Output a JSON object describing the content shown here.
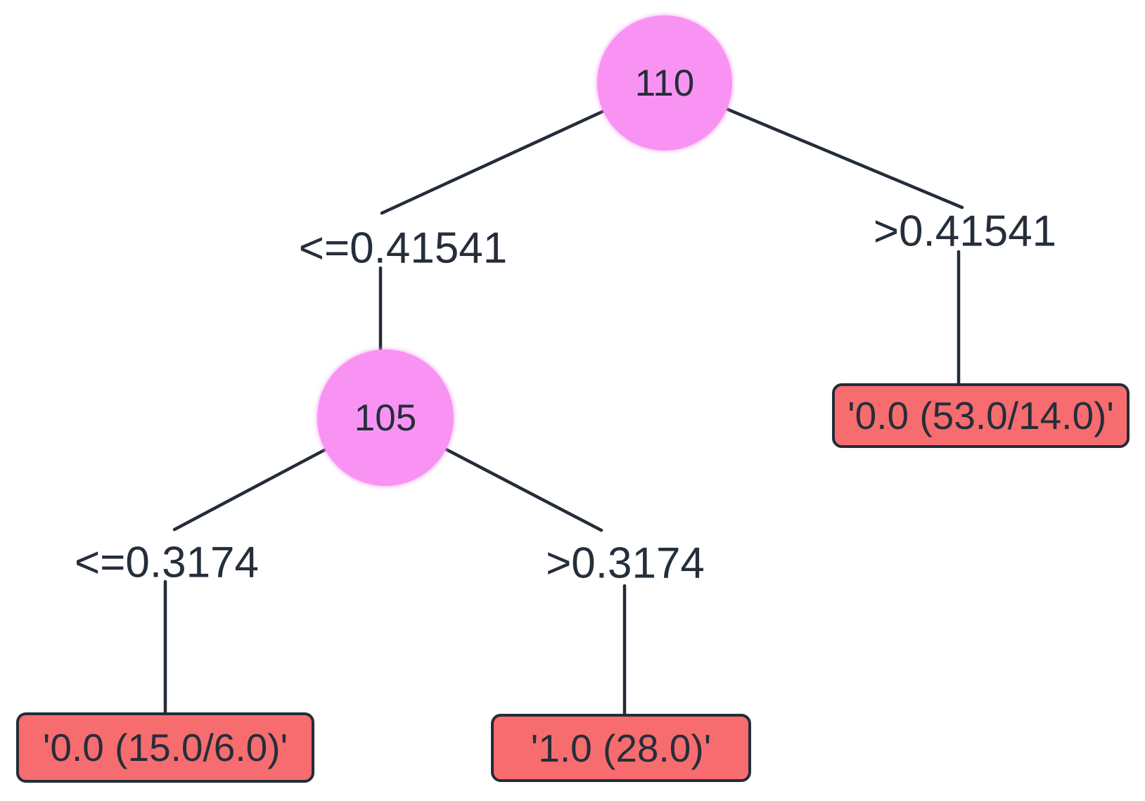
{
  "colors": {
    "background": "#ffffff",
    "node_fill": "#f893f3",
    "leaf_fill": "#f76c6e",
    "outline": "#232c38",
    "text": "#252e3a"
  },
  "tree": {
    "type": "decision-tree",
    "root": {
      "label": "110"
    },
    "internal": {
      "label": "105"
    },
    "edges": {
      "root_left": "<=0.41541",
      "root_right": ">0.41541",
      "internal_left": "<=0.3174",
      "internal_right": ">0.3174"
    },
    "leaves": {
      "bottom_left": "'0.0 (15.0/6.0)'",
      "bottom_middle": "'1.0 (28.0)'",
      "right": "'0.0 (53.0/14.0)'"
    }
  }
}
